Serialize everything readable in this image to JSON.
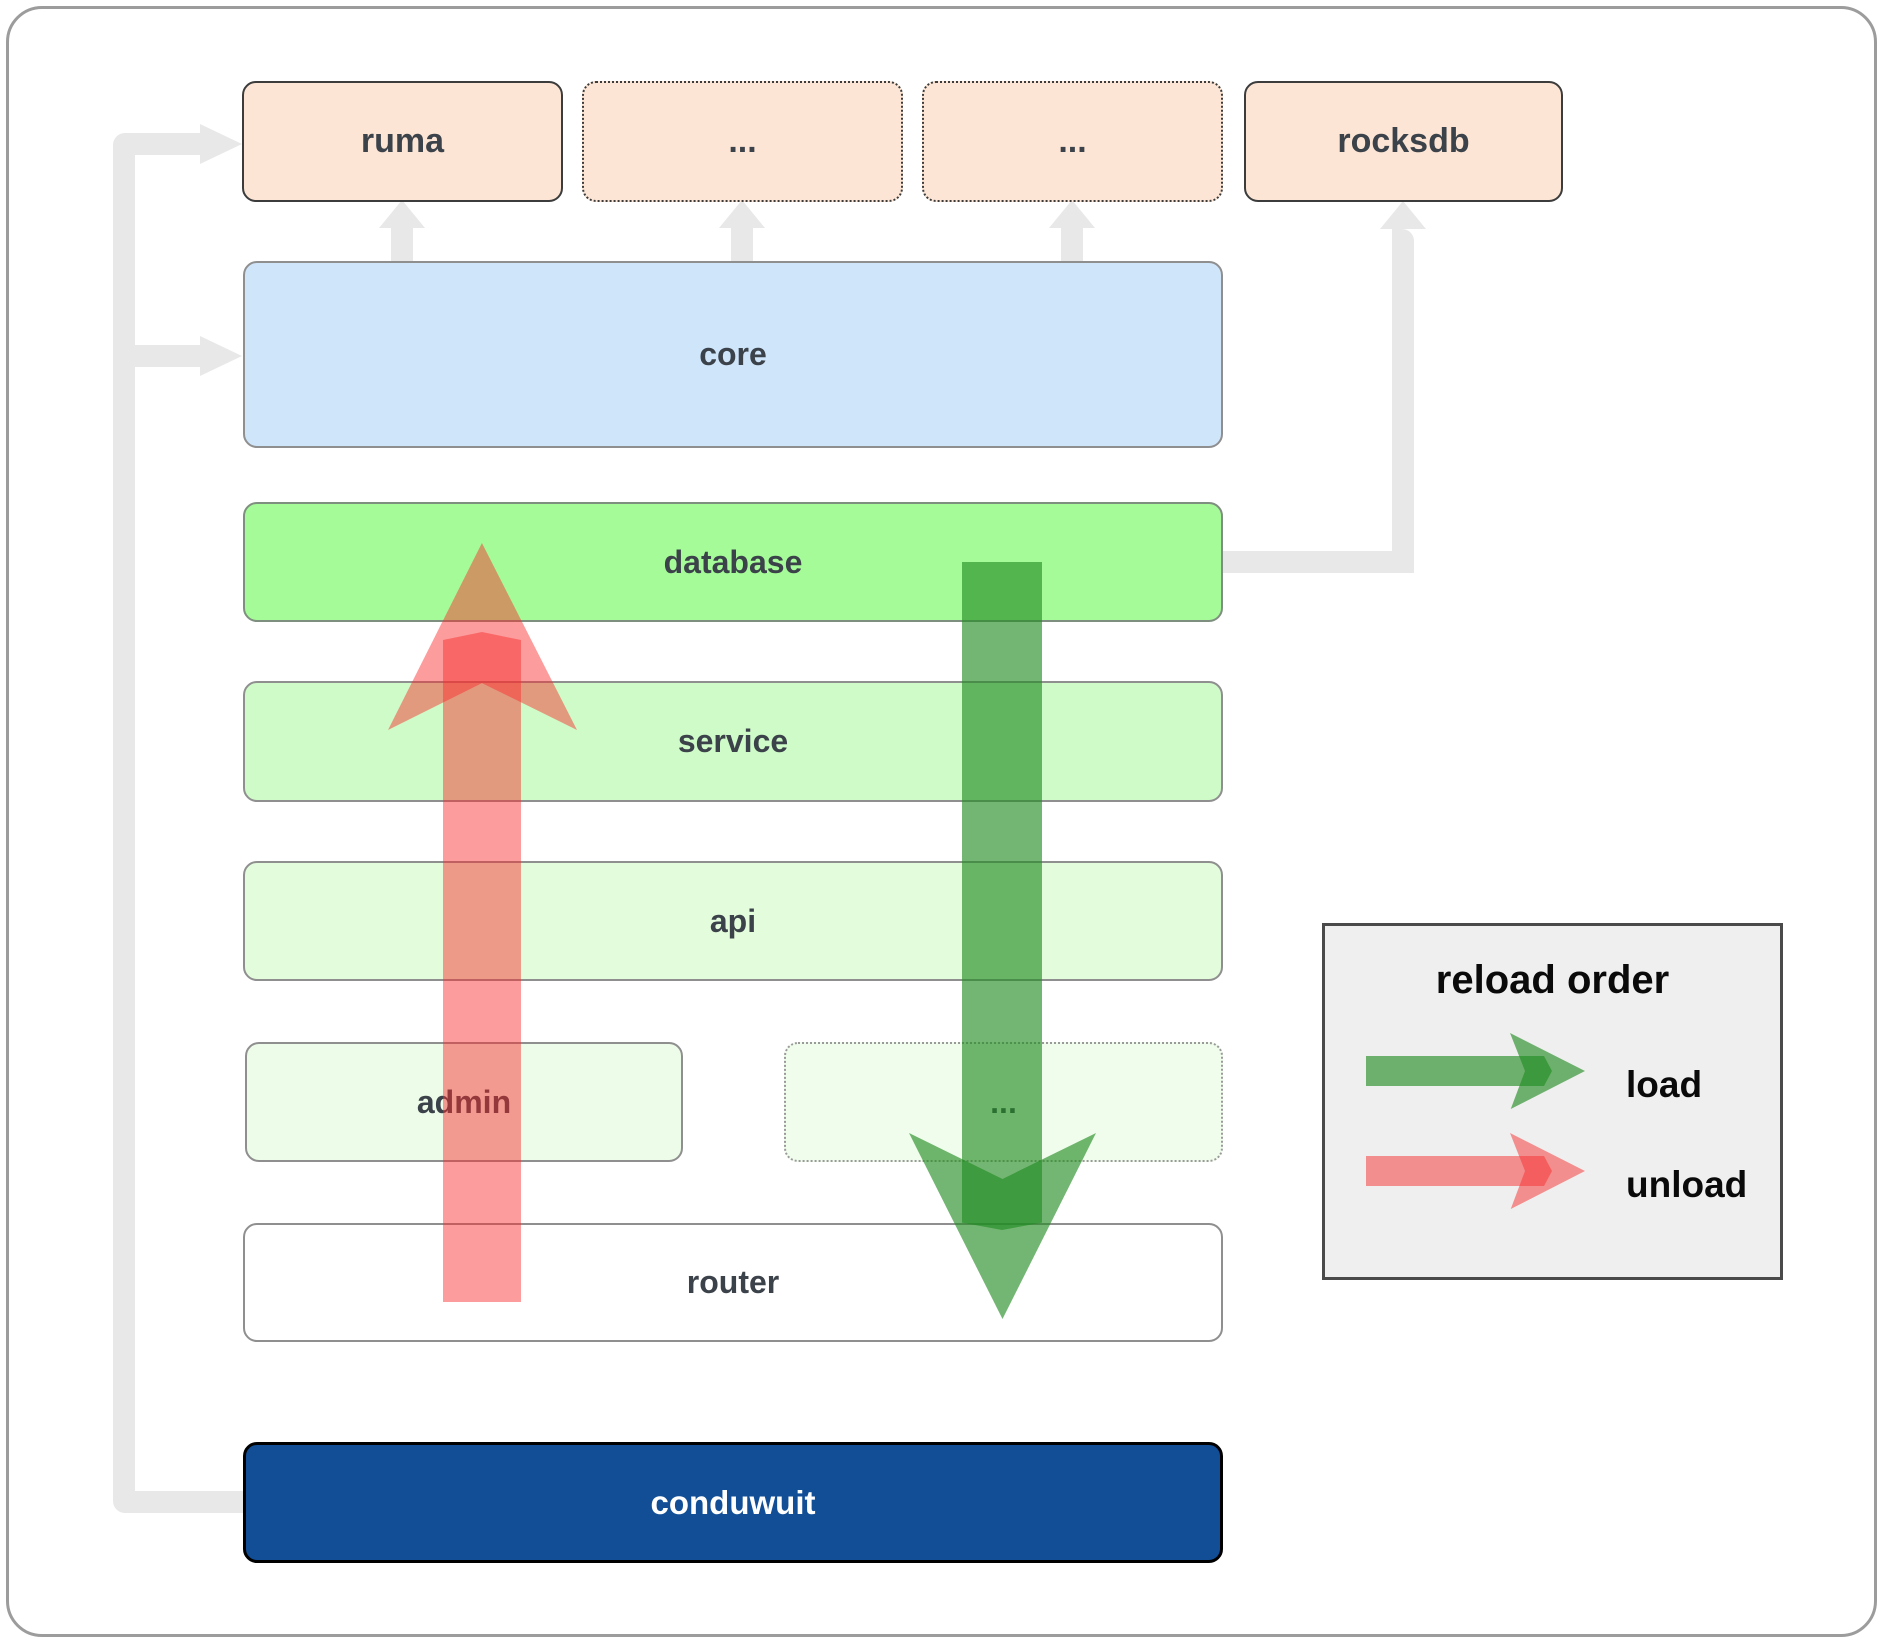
{
  "diagram": {
    "description": "conduwuit software architecture crate/module diagram with reload order legend"
  },
  "boxes": {
    "ruma": {
      "label": "ruma"
    },
    "dots_top_1": {
      "label": "..."
    },
    "dots_top_2": {
      "label": "..."
    },
    "rocksdb": {
      "label": "rocksdb"
    },
    "core": {
      "label": "core"
    },
    "database": {
      "label": "database"
    },
    "service": {
      "label": "service"
    },
    "api": {
      "label": "api"
    },
    "admin": {
      "label": "admin"
    },
    "dots_admin": {
      "label": "..."
    },
    "router": {
      "label": "router"
    },
    "conduwuit": {
      "label": "conduwuit"
    }
  },
  "legend": {
    "title": "reload order",
    "items": [
      {
        "label": "load",
        "color": "#228b22"
      },
      {
        "label": "unload",
        "color": "#f82d2d"
      }
    ]
  },
  "colors": {
    "peach_box": "#fce5d4",
    "core_blue": "#cfe5fa",
    "database_green": "#a5fb98",
    "service_green": "#cffbc8",
    "api_green": "#e3fcdc",
    "admin_green": "#edfce9",
    "conduwuit_blue": "#114e96",
    "connector_gray": "#e8e8e8",
    "load_arrow": "#228b22",
    "unload_arrow": "#f82d2d"
  }
}
